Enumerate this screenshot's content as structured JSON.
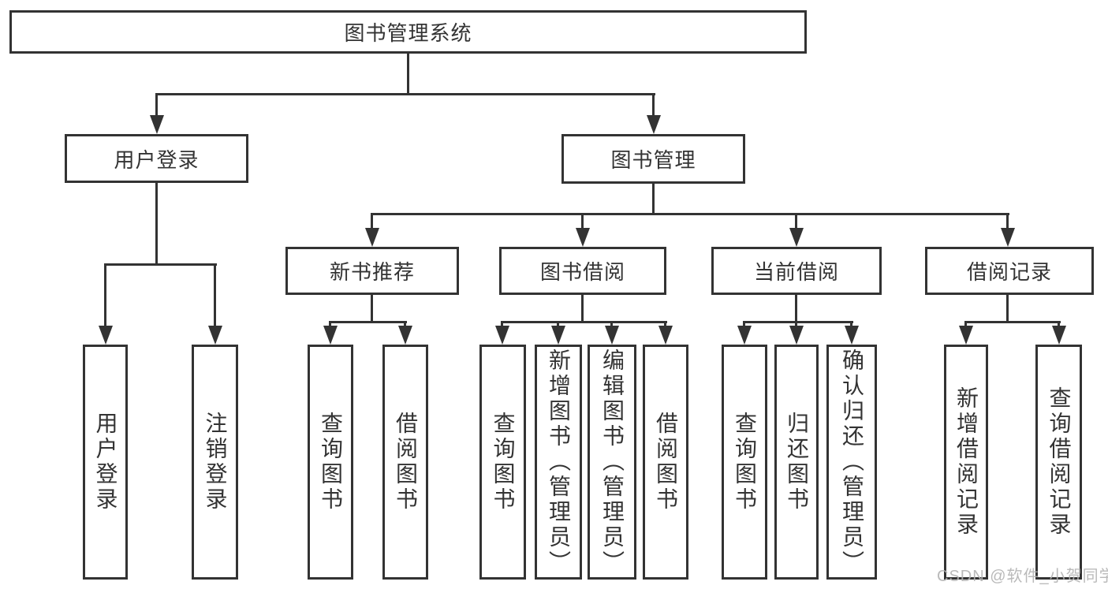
{
  "colors": {
    "line": "#333333",
    "text": "#333333",
    "background": "#ffffff",
    "watermark": "#b3b3b3"
  },
  "watermark": "CSDN @软件_小贺同学",
  "tree": {
    "root": "图书管理系统",
    "branches": [
      {
        "label": "用户登录",
        "children": [
          "用户登录",
          "注销登录"
        ]
      },
      {
        "label": "图书管理",
        "children": [
          {
            "label": "新书推荐",
            "children": [
              "查询图书",
              "借阅图书"
            ]
          },
          {
            "label": "图书借阅",
            "children": [
              "查询图书",
              "新增图书（管理员）",
              "编辑图书（管理员）",
              "借阅图书"
            ]
          },
          {
            "label": "当前借阅",
            "children": [
              "查询图书",
              "归还图书",
              "确认归还（管理员）"
            ]
          },
          {
            "label": "借阅记录",
            "children": [
              "新增借阅记录",
              "查询借阅记录"
            ]
          }
        ]
      }
    ]
  }
}
